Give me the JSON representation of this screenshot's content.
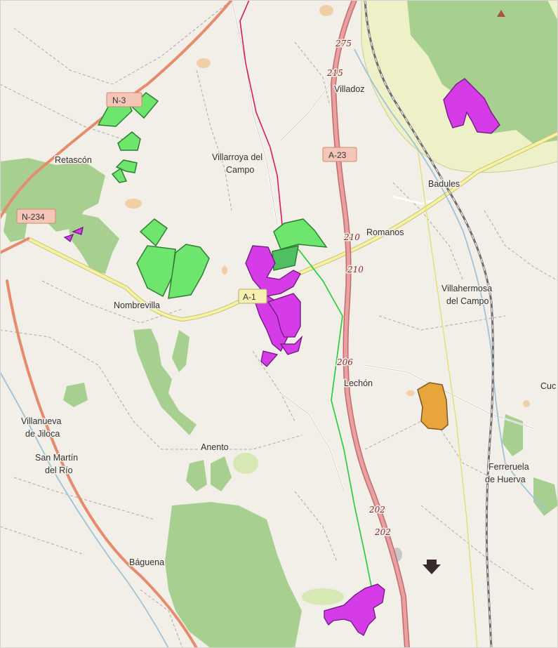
{
  "map": {
    "places": {
      "retascon": "Retascón",
      "villadoz": "Villadoz",
      "villarroya_1": "Villarroya del",
      "villarroya_2": "Campo",
      "badules": "Badules",
      "romanos": "Romanos",
      "nombrevilla": "Nombrevilla",
      "villahermosa_1": "Villahermosa",
      "villahermosa_2": "del Campo",
      "lechon": "Lechón",
      "cucalon": "Cuc",
      "villanueva_1": "Villanueva",
      "villanueva_2": "de Jiloca",
      "san_martin_1": "San Martín",
      "san_martin_2": "del Río",
      "anento": "Anento",
      "ferreruela_1": "Ferreruela",
      "ferreruela_2": "de Huerva",
      "baguena": "Báguena"
    },
    "road_shields": {
      "n_top": "N-3",
      "n234": "N-234",
      "a23": "A-23",
      "a1": "A-1"
    },
    "km_markers": {
      "k275a": "275",
      "k275b": "215",
      "k210a": "210",
      "k210b": "210",
      "k206": "206",
      "k202a": "202",
      "k202b": "202"
    },
    "colors": {
      "land": "#f2efe9",
      "forest": "#8dc56c",
      "area_green": "#6ee66e",
      "area_magenta": "#d63be8",
      "area_orange": "#e8a53c",
      "motorway": "#e38c8c",
      "trunk": "#ee8c70",
      "secondary": "#f5f2a0",
      "railway": "#707070",
      "line_red": "#d81b60",
      "line_green": "#22cc33"
    },
    "icons": [
      "peak-icon",
      "map-pin-icon"
    ]
  }
}
